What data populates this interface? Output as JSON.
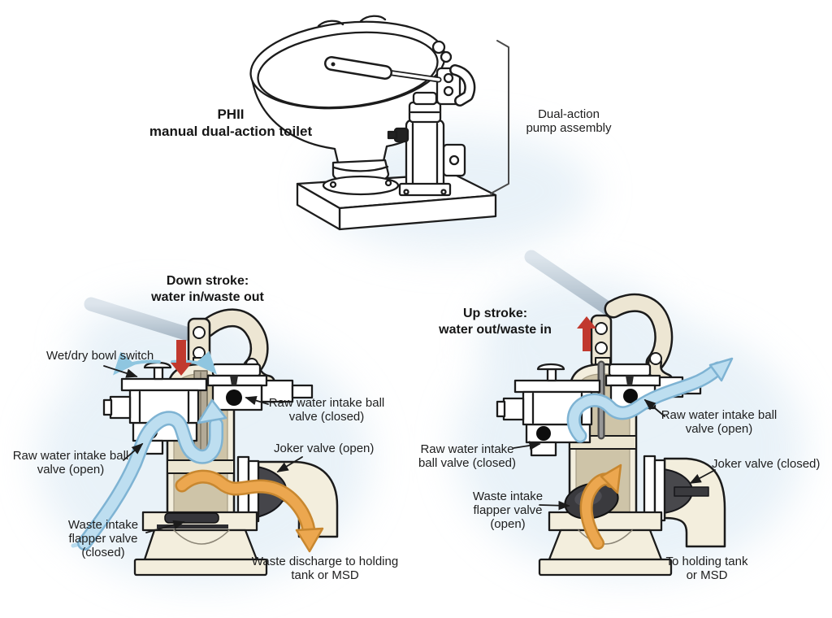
{
  "toilet_section": {
    "title": "PHII\nmanual dual-action toilet",
    "bracket_label": "Dual-action\npump assembly"
  },
  "down_stroke": {
    "title": "Down stroke:\nwater in/waste out",
    "labels": {
      "bowl_switch": "Wet/dry bowl switch",
      "raw_intake_closed": "Raw water intake ball valve (closed)",
      "joker_valve": "Joker valve (open)",
      "raw_intake_open": "Raw water intake ball valve (open)",
      "flapper_valve": "Waste intake flapper valve (closed)",
      "discharge": "Waste discharge to holding tank or MSD"
    }
  },
  "up_stroke": {
    "title": "Up stroke:\nwater out/waste in",
    "labels": {
      "raw_intake_open": "Raw water intake ball valve (open)",
      "raw_intake_closed": "Raw water intake ball valve (closed)",
      "joker_valve": "Joker valve (closed)",
      "flapper_valve": "Waste intake flapper valve (open)",
      "holding_tank": "To holding tank\nor MSD"
    }
  },
  "colors": {
    "water_flow": "#b8dbee",
    "water_flow_edge": "#7eb3d3",
    "waste_flow": "#eca74f",
    "waste_flow_edge": "#c8872f",
    "stroke_arrow": "#c1392e",
    "pump_body": "#f3eedd",
    "pump_interior": "#cec4a8",
    "valve_dark": "#3a3a3e",
    "background_wash": "#d7e7f3"
  }
}
